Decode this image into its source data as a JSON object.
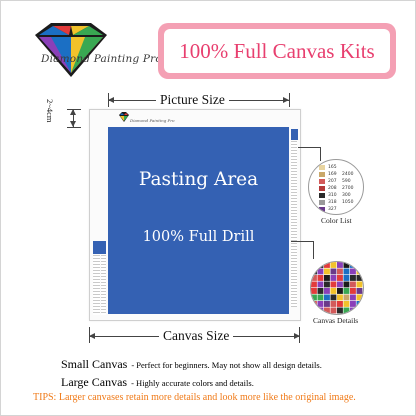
{
  "logo": {
    "name": "Diamond Painting Pro",
    "icon": "diamond-icon",
    "colors": [
      "#1b6fc4",
      "#e23b3b",
      "#f2c22b",
      "#39a852",
      "#8a3fb8",
      "#1b1b1b"
    ]
  },
  "banner": {
    "title": "100% Full Canvas Kits",
    "border_color": "#f4a0b4",
    "text_color": "#e83f6f"
  },
  "diagram": {
    "picture_size_label": "Picture Size",
    "canvas_size_label": "Canvas Size",
    "margin_label": "2~4cm",
    "pasting_area_label": "Pasting Area",
    "full_drill_label": "100% Full Drill",
    "pasting_color": "#3461b3",
    "color_list_label": "Color List",
    "canvas_details_label": "Canvas Details"
  },
  "color_list": {
    "rows": [
      {
        "code": "165",
        "count": "",
        "color": "#e8d4a0"
      },
      {
        "code": "169",
        "count": "2400",
        "color": "#c9a86a"
      },
      {
        "code": "207",
        "count": "590",
        "color": "#d35a5a"
      },
      {
        "code": "208",
        "count": "2700",
        "color": "#b43a3a"
      },
      {
        "code": "310",
        "count": "300",
        "color": "#2a2a2a"
      },
      {
        "code": "318",
        "count": "1050",
        "color": "#9a9a9a"
      },
      {
        "code": "327",
        "count": "",
        "color": "#6a3a8a"
      }
    ]
  },
  "notes": {
    "small_title": "Small Canvas",
    "small_desc": "- Perfect for beginners. May not show all design details.",
    "large_title": "Large Canvas",
    "large_desc": "- Highly accurate colors and details.",
    "tips": "TIPS:  Larger canvases retain more details and look more like the original image.",
    "tips_color": "#f07a18"
  }
}
